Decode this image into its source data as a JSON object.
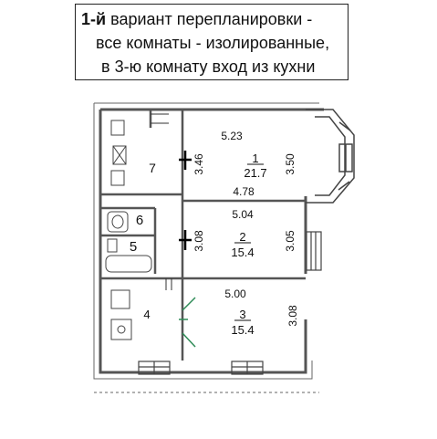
{
  "caption": {
    "line1_bold": "1-й",
    "line1_rest": " вариант перепланировки -",
    "line2": "все комнаты - изолированные,",
    "line3": "в 3-ю комнату вход из кухни"
  },
  "rooms": [
    {
      "number": "1",
      "area": "21.7"
    },
    {
      "number": "2",
      "area": "15.4"
    },
    {
      "number": "3",
      "area": "15.4"
    },
    {
      "number": "4"
    },
    {
      "number": "5"
    },
    {
      "number": "6"
    },
    {
      "number": "7"
    }
  ],
  "dimensions": {
    "room1_top": "5.23",
    "room1_left": "3.46",
    "room1_right": "3.50",
    "room1_bottom": "4.78",
    "room2_top": "5.04",
    "room2_left": "3.08",
    "room2_right": "3.05",
    "room3_top": "5.00",
    "room3_right": "3.08"
  },
  "colors": {
    "wall": "#555555",
    "line": "#333333",
    "new_door": "#2e8b57",
    "marker": "#000000"
  }
}
